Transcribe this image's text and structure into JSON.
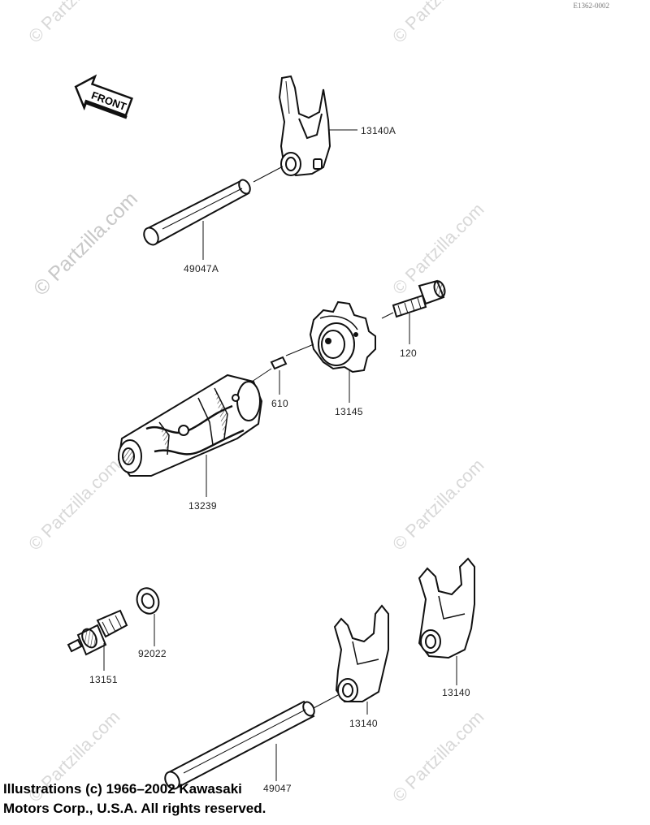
{
  "diagram_code": "E1362-0002",
  "front_label": "FRONT",
  "parts": {
    "fork_top": "13140A",
    "rod_top": "49047A",
    "bolt": "120",
    "cam": "13145",
    "pin": "610",
    "drum": "13239",
    "fork_mid": "13140",
    "fork_right": "13140",
    "washer": "92022",
    "detent": "13151",
    "rod_bottom": "49047"
  },
  "copyright": {
    "line1": "Illustrations (c) 1966–2002 Kawasaki",
    "line2": "Motors Corp., U.S.A.  All rights reserved."
  },
  "watermark": "© Partzilla.com",
  "colors": {
    "ink": "#111111",
    "watermark": "#d0d0d0"
  }
}
